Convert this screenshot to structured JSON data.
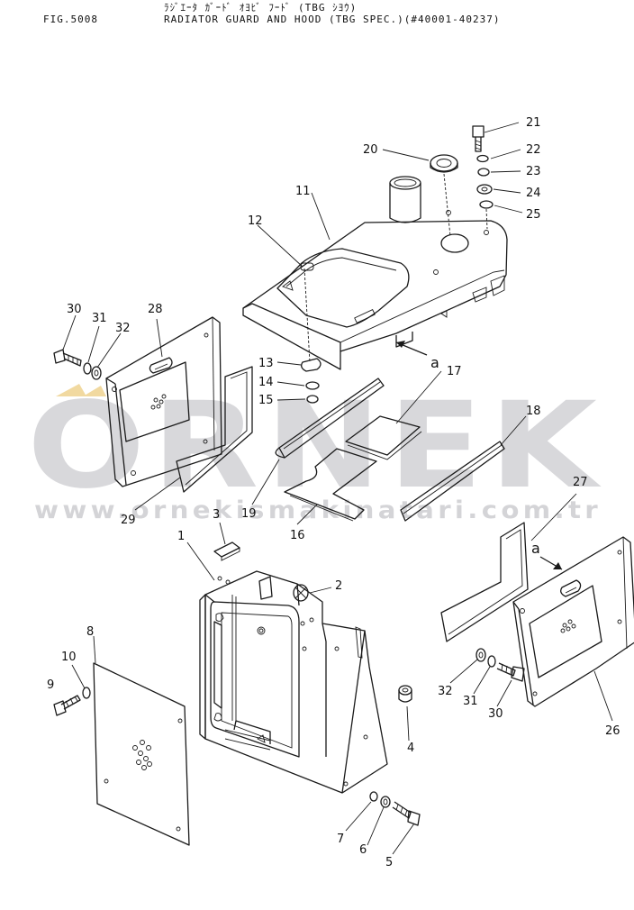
{
  "header": {
    "fig_code": "FIG.5008",
    "title_jp": "ﾗｼﾞｴｰﾀ ｶﾞｰﾄﾞ ｵﾖﾋﾞ ﾌｰﾄﾞ (TBG ｼﾖｳ)",
    "title_en": "RADIATOR GUARD AND HOOD (TBG SPEC.)(#40001-40237)"
  },
  "watermark": {
    "brand": "ORNEK",
    "url": "www.ornekismakinatari.com.tr",
    "color": "#b8b8bd",
    "accent_color": "#f1d9a0"
  },
  "callouts": [
    "1",
    "2",
    "3",
    "4",
    "5",
    "6",
    "7",
    "8",
    "9",
    "10",
    "11",
    "12",
    "13",
    "14",
    "15",
    "16",
    "17",
    "18",
    "19",
    "20",
    "21",
    "22",
    "23",
    "24",
    "25",
    "26",
    "27",
    "28",
    "29",
    "30",
    "31",
    "32",
    "30",
    "31",
    "32"
  ],
  "view_marks": [
    "a",
    "a"
  ]
}
